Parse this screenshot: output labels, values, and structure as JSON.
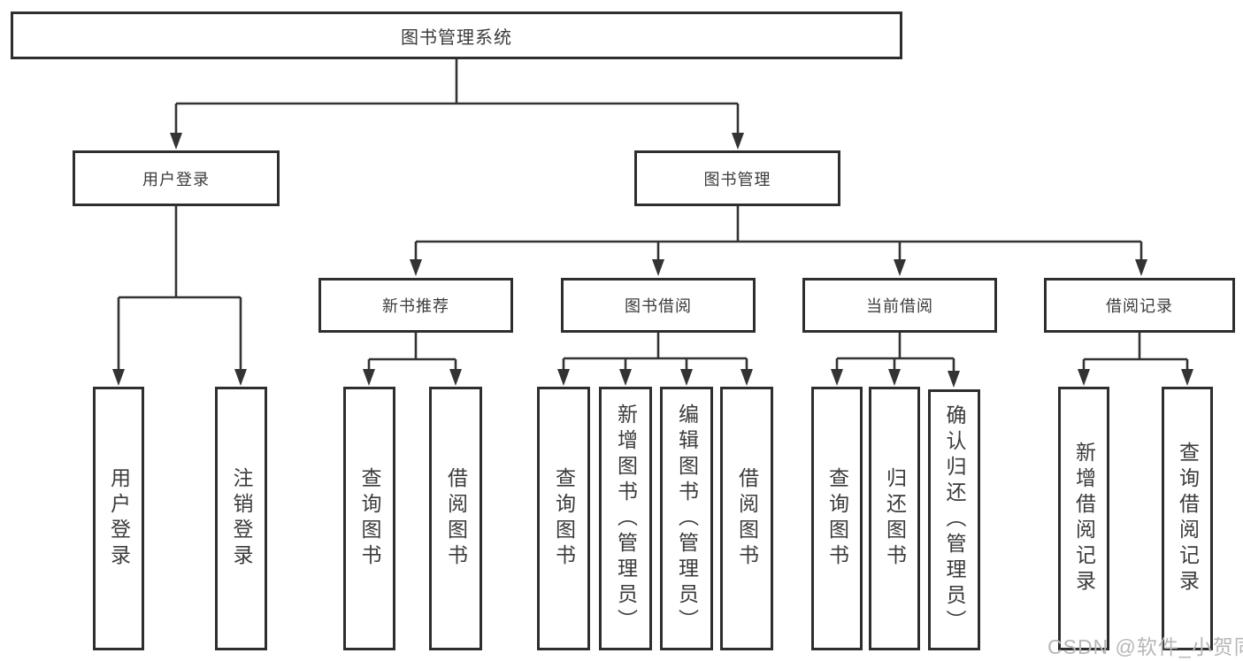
{
  "diagram_title": "图书管理系统",
  "colors": {
    "background": "#ffffff",
    "line": "#333333",
    "box_border": "#2e2e2e",
    "text": "#3b3b3b",
    "watermark": "#b7b7b7"
  },
  "tree": {
    "label": "图书管理系统",
    "children": [
      {
        "label": "用户登录",
        "children": [
          {
            "label": "用户登录"
          },
          {
            "label": "注销登录"
          }
        ]
      },
      {
        "label": "图书管理",
        "children": [
          {
            "label": "新书推荐",
            "children": [
              {
                "label": "查询图书"
              },
              {
                "label": "借阅图书"
              }
            ]
          },
          {
            "label": "图书借阅",
            "children": [
              {
                "label": "查询图书"
              },
              {
                "label": "新增图书（管理员）"
              },
              {
                "label": "编辑图书（管理员）"
              },
              {
                "label": "借阅图书"
              }
            ]
          },
          {
            "label": "当前借阅",
            "children": [
              {
                "label": "查询图书"
              },
              {
                "label": "归还图书"
              },
              {
                "label": "确认归还（管理员）"
              }
            ]
          },
          {
            "label": "借阅记录",
            "children": [
              {
                "label": "新增借阅记录"
              },
              {
                "label": "查询借阅记录"
              }
            ]
          }
        ]
      }
    ]
  },
  "watermark": "CSDN @软件_小贺同学"
}
